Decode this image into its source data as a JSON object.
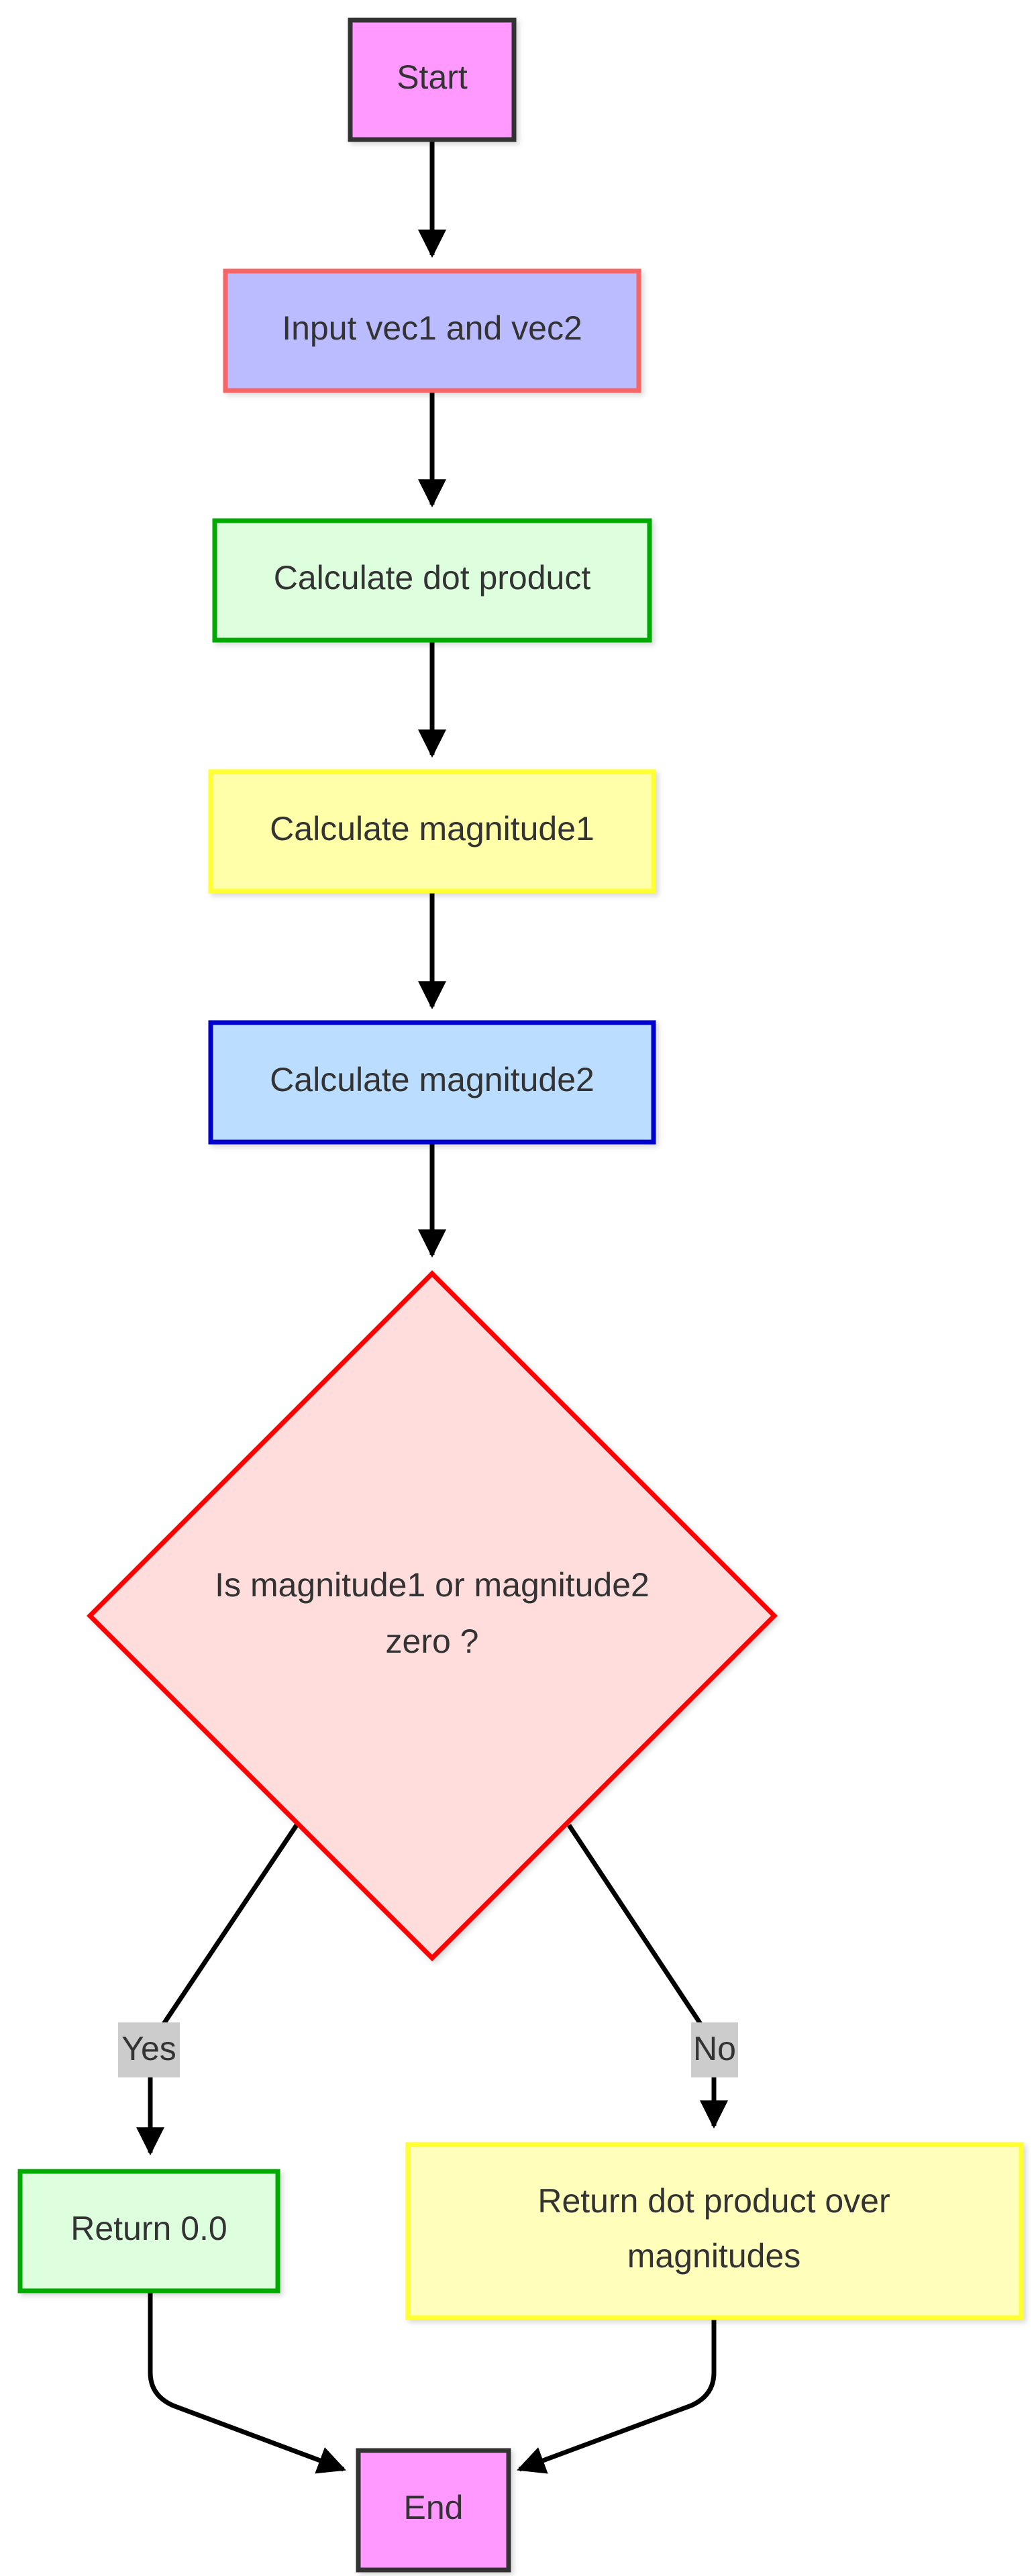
{
  "nodes": {
    "start": {
      "label": "Start",
      "fill": "#ff99ff",
      "stroke": "#333333"
    },
    "input": {
      "label": "Input vec1 and vec2",
      "fill": "#bbbbff",
      "stroke": "#f66666"
    },
    "dot": {
      "label": "Calculate dot product",
      "fill": "#ddffdd",
      "stroke": "#00aa00"
    },
    "mag1": {
      "label": "Calculate magnitude1",
      "fill": "#ffffaa",
      "stroke": "#ffff33"
    },
    "mag2": {
      "label": "Calculate magnitude2",
      "fill": "#bbddff",
      "stroke": "#0000cc"
    },
    "decision": {
      "label_line1": "Is magnitude1 or magnitude2",
      "label_line2": "zero ?",
      "fill": "#ffdddd",
      "stroke": "#ff0000"
    },
    "ret0": {
      "label": "Return 0.0",
      "fill": "#ddffdd",
      "stroke": "#00aa00"
    },
    "retdot": {
      "label_line1": "Return dot product over",
      "label_line2": "magnitudes",
      "fill": "#ffffbb",
      "stroke": "#ffff33"
    },
    "end": {
      "label": "End",
      "fill": "#ff99ff",
      "stroke": "#333333"
    }
  },
  "edge_labels": {
    "yes": "Yes",
    "no": "No"
  },
  "colors": {
    "edge": "#000000",
    "edge_label_bg": "#cccccc",
    "text": "#333333"
  }
}
